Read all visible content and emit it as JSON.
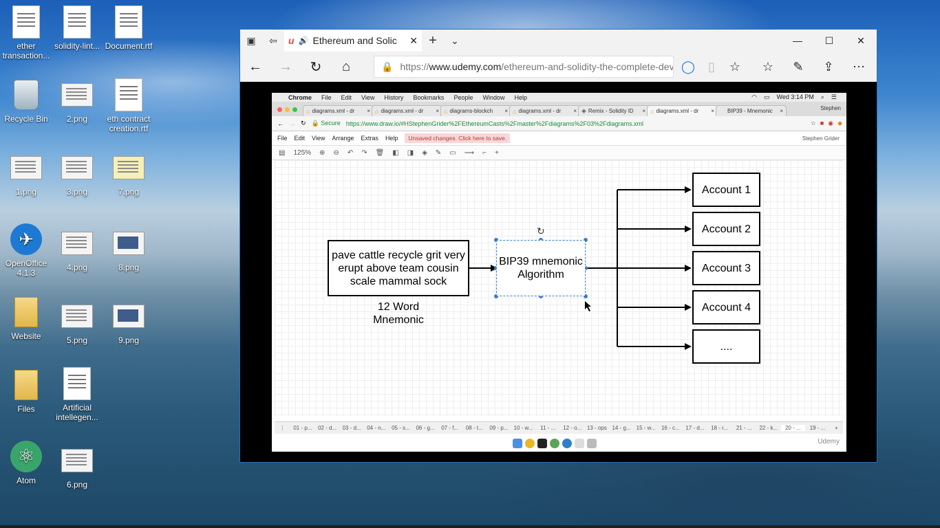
{
  "desktop": {
    "icons": [
      {
        "label": "ether transaction...",
        "kind": "doc"
      },
      {
        "label": "solidity-lint...",
        "kind": "doc"
      },
      {
        "label": "Document.rtf",
        "kind": "doc"
      },
      {
        "label": "Recycle Bin",
        "kind": "recycle"
      },
      {
        "label": "2.png",
        "kind": "img"
      },
      {
        "label": "eth contract creation.rtf",
        "kind": "doc"
      },
      {
        "label": "1.png",
        "kind": "img"
      },
      {
        "label": "3.png",
        "kind": "img"
      },
      {
        "label": "7.png",
        "kind": "img"
      },
      {
        "label": "OpenOffice 4.1.3",
        "kind": "openoffice"
      },
      {
        "label": "4.png",
        "kind": "img"
      },
      {
        "label": "8.png",
        "kind": "img"
      },
      {
        "label": "Website",
        "kind": "folder"
      },
      {
        "label": "5.png",
        "kind": "img"
      },
      {
        "label": "9.png",
        "kind": "img"
      },
      {
        "label": "Files",
        "kind": "folder"
      },
      {
        "label": "Artificial intellegen...",
        "kind": "doc"
      },
      {
        "label": "Atom",
        "kind": "atom"
      },
      {
        "label": "6.png",
        "kind": "img"
      }
    ]
  },
  "edge": {
    "tab_title": "Ethereum and Solic",
    "address_prefix": "https://",
    "address_host": "www.udemy.com",
    "address_path": "/ethereum-and-solidity-the-complete-develc"
  },
  "mac": {
    "menubar": [
      "Chrome",
      "File",
      "Edit",
      "View",
      "History",
      "Bookmarks",
      "People",
      "Window",
      "Help"
    ],
    "clock": "Wed 3:14 PM",
    "tabs": [
      {
        "label": "diagrams.xml - dr"
      },
      {
        "label": "diagrams.xml - dr"
      },
      {
        "label": "diagrams-blockch"
      },
      {
        "label": "diagrams.xml - dr"
      },
      {
        "label": "Remix - Solidity ID"
      },
      {
        "label": "diagrams.xml - dr"
      },
      {
        "label": "BIP39 - Mnemonic"
      }
    ],
    "chrome_user": "Stephen",
    "secure": "Secure",
    "url": "https://www.draw.io/#HStephenGrider%2FEthereumCasts%2Fmaster%2Fdiagrams%2F03%2Fdiagrams.xml"
  },
  "drawio": {
    "menus": [
      "File",
      "Edit",
      "View",
      "Arrange",
      "Extras",
      "Help"
    ],
    "unsaved": "Unsaved changes. Click here to save.",
    "user": "Stephen Grider",
    "zoom": "125%",
    "pages": [
      "01 - p...",
      "02 - d...",
      "03 - d...",
      "04 - n...",
      "05 - s...",
      "06 - g...",
      "07 - f...",
      "08 - t...",
      "09 - p...",
      "10 - w...",
      "11 - ...",
      "12 - o...",
      "13 - ops",
      "14 - g...",
      "15 - w...",
      "16 - c...",
      "17 - d...",
      "18 - r...",
      "21 - ...",
      "22 - k...",
      "20 - ...",
      "19 - ..."
    ],
    "current_page": "20 - ..."
  },
  "diagram": {
    "mnemonic_text": "pave cattle recycle grit very erupt above team cousin scale mammal sock",
    "mnemonic_caption": "12 Word Mnemonic",
    "algorithm_text": "BIP39 mnemonic Algorithm",
    "accounts": [
      "Account 1",
      "Account 2",
      "Account 3",
      "Account 4",
      "...."
    ]
  },
  "watermark": "Udemy"
}
